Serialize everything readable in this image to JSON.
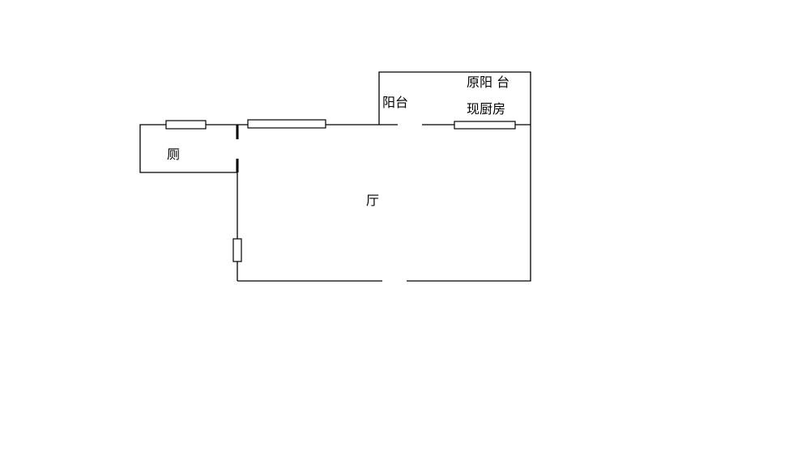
{
  "rooms": {
    "toilet": "厕",
    "hall": "厅",
    "balcony": "阳台",
    "former_balcony": "原阳 台",
    "now_kitchen": "现厨房"
  }
}
